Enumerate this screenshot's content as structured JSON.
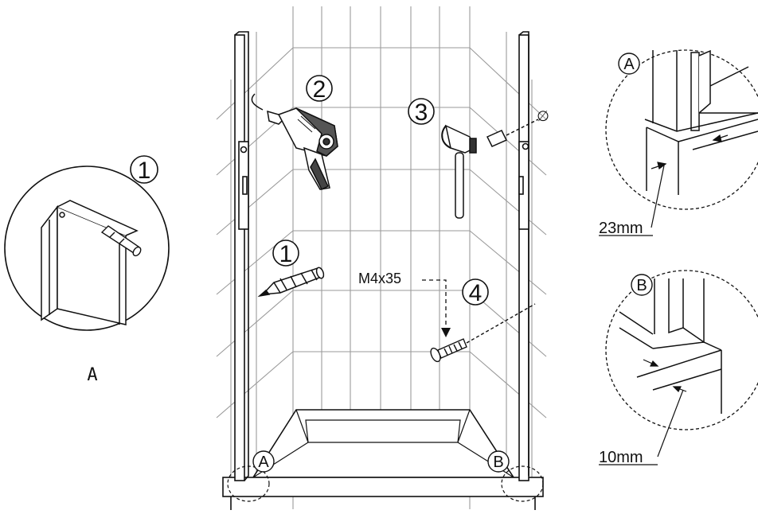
{
  "steps": {
    "marking": "1",
    "drilling": "2",
    "plugging": "3",
    "screwing": "4",
    "detail_marking": "1"
  },
  "annotations": {
    "screw_size": "M4x35",
    "gap_a": "23mm",
    "gap_b": "10mm"
  },
  "labels": {
    "detail_caption": "A",
    "corner_a": "A",
    "corner_b": "B",
    "detail_a_tag": "A",
    "detail_b_tag": "B"
  },
  "symbols": {
    "drill_diameter": "∅"
  },
  "colors": {
    "line": "#111111",
    "tile_grid": "#9a9a9a"
  }
}
